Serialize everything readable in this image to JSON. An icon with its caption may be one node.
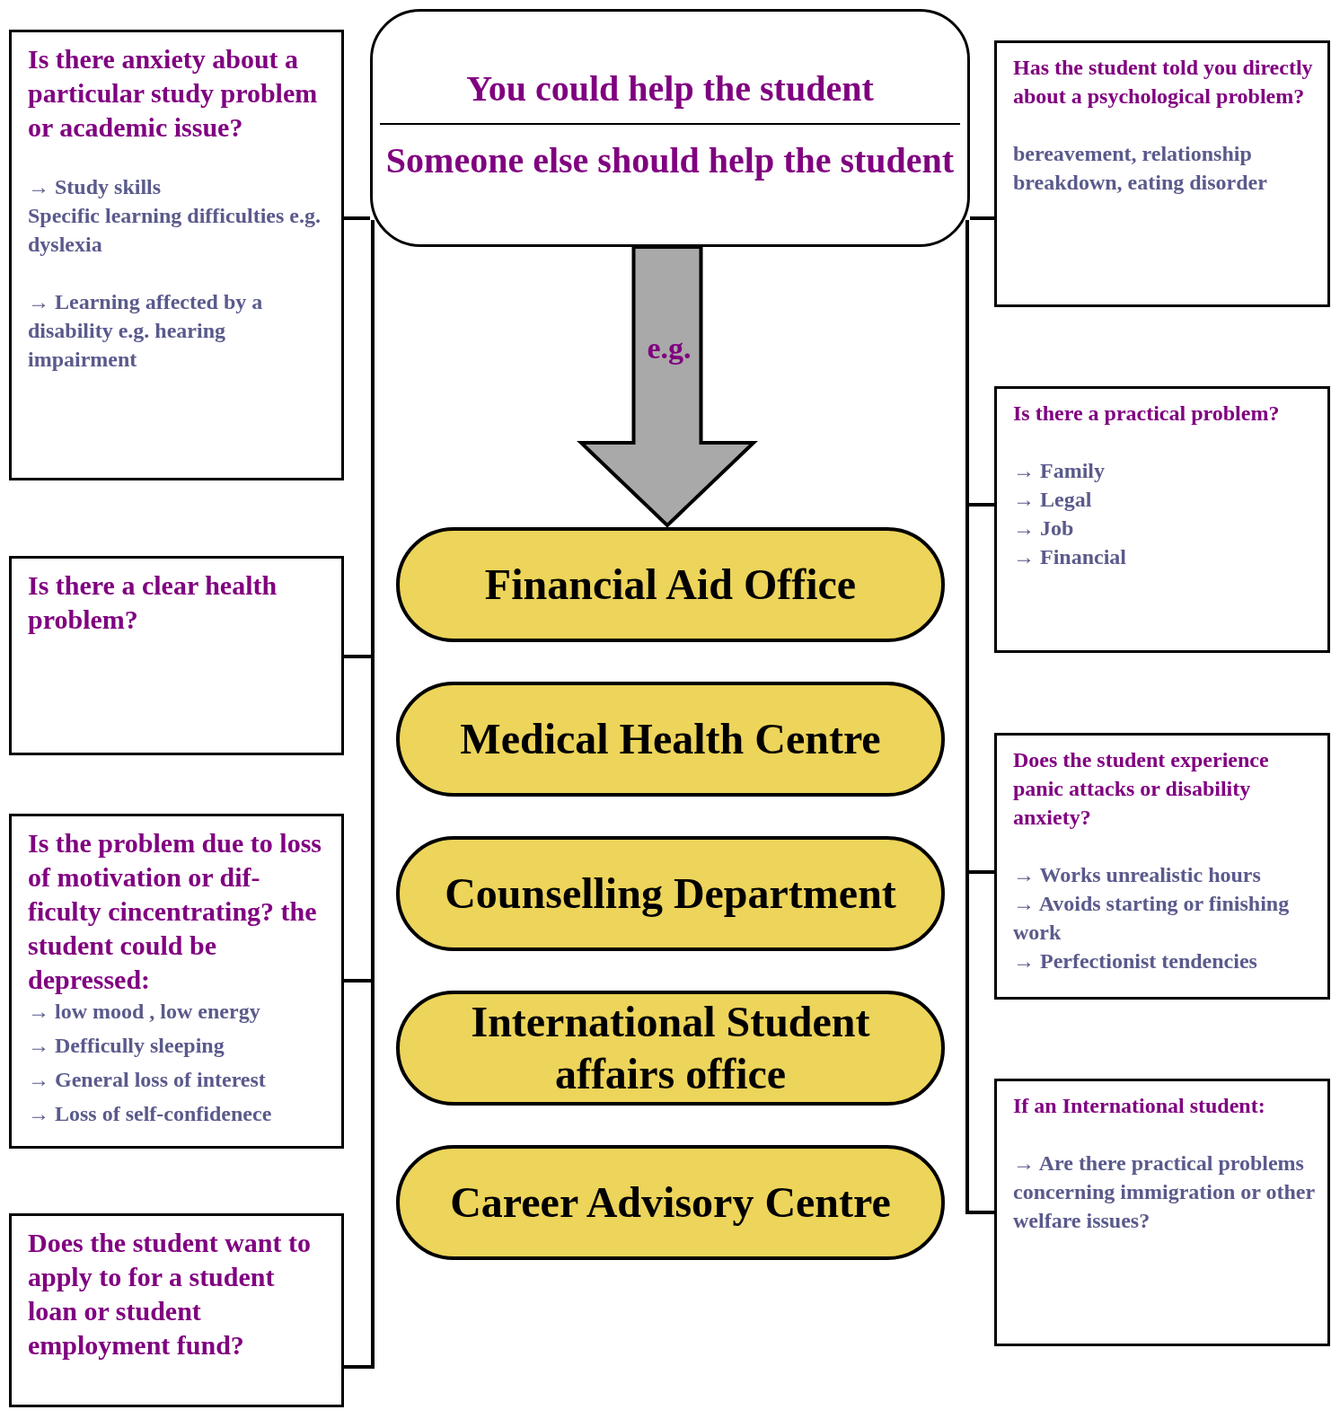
{
  "diagram": {
    "nodes": [
      {
        "text": [
          "You could help the student",
          "Someone else should help the student"
        ]
      },
      {
        "text": [
          "Is there anxiety about a particular study problem or academic issue?",
          "→ Study skills",
          "Specific learning difficulties e.g. dyslexia",
          "→ Learning affected by a disability e.g. hearing impairment"
        ]
      },
      {
        "text": [
          "Is there a clear health problem?"
        ]
      },
      {
        "text": [
          "Is the problem due to loss of motivation or dif-ficulty cincentrating? the student could be depressed:",
          "→ low mood , low energy",
          "→ Defficully sleeping",
          "→ General loss of interest",
          "→ Loss of self-confidenece"
        ]
      },
      {
        "text": [
          "Does the student want to apply to for a student loan or student employment fund?"
        ]
      },
      {
        "text": [
          "Has the student told you directly about a psychological problem?",
          "bereavement, relationship breakdown, eating disorder"
        ]
      },
      {
        "text": [
          "Is there a practical problem?",
          "→ Family",
          "→ Legal",
          "→ Job",
          "→ Financial"
        ]
      },
      {
        "text": [
          "Does the student experience panic attacks or disability anxiety?",
          "→ Works unrealistic hours",
          "→ Avoids starting or finishing work",
          "→ Perfectionist tendencies"
        ]
      },
      {
        "text": [
          "If an International student:",
          "→ Are there practical problems concerning immigration or other welfare issues?"
        ]
      },
      {
        "text": [
          "Financial Aid Office"
        ]
      },
      {
        "text": [
          "Medical Health Centre"
        ]
      },
      {
        "text": [
          "Counselling Department"
        ]
      },
      {
        "text": [
          "International Student affairs office"
        ]
      },
      {
        "text": [
          "Career Advisory Centre"
        ]
      }
    ],
    "edges": [
      {
        "from": 0,
        "to": 9,
        "arrow": "to",
        "label": "e.g.",
        "style": "thick",
        "color": "#a9a9a9"
      },
      {
        "from": 0,
        "to": 1,
        "arrow": "none"
      },
      {
        "from": 0,
        "to": 2,
        "arrow": "none"
      },
      {
        "from": 0,
        "to": 3,
        "arrow": "none"
      },
      {
        "from": 0,
        "to": 4,
        "arrow": "none"
      },
      {
        "from": 0,
        "to": 5,
        "arrow": "none"
      },
      {
        "from": 0,
        "to": 6,
        "arrow": "none"
      },
      {
        "from": 0,
        "to": 7,
        "arrow": "none"
      },
      {
        "from": 0,
        "to": 8,
        "arrow": "none"
      }
    ]
  }
}
